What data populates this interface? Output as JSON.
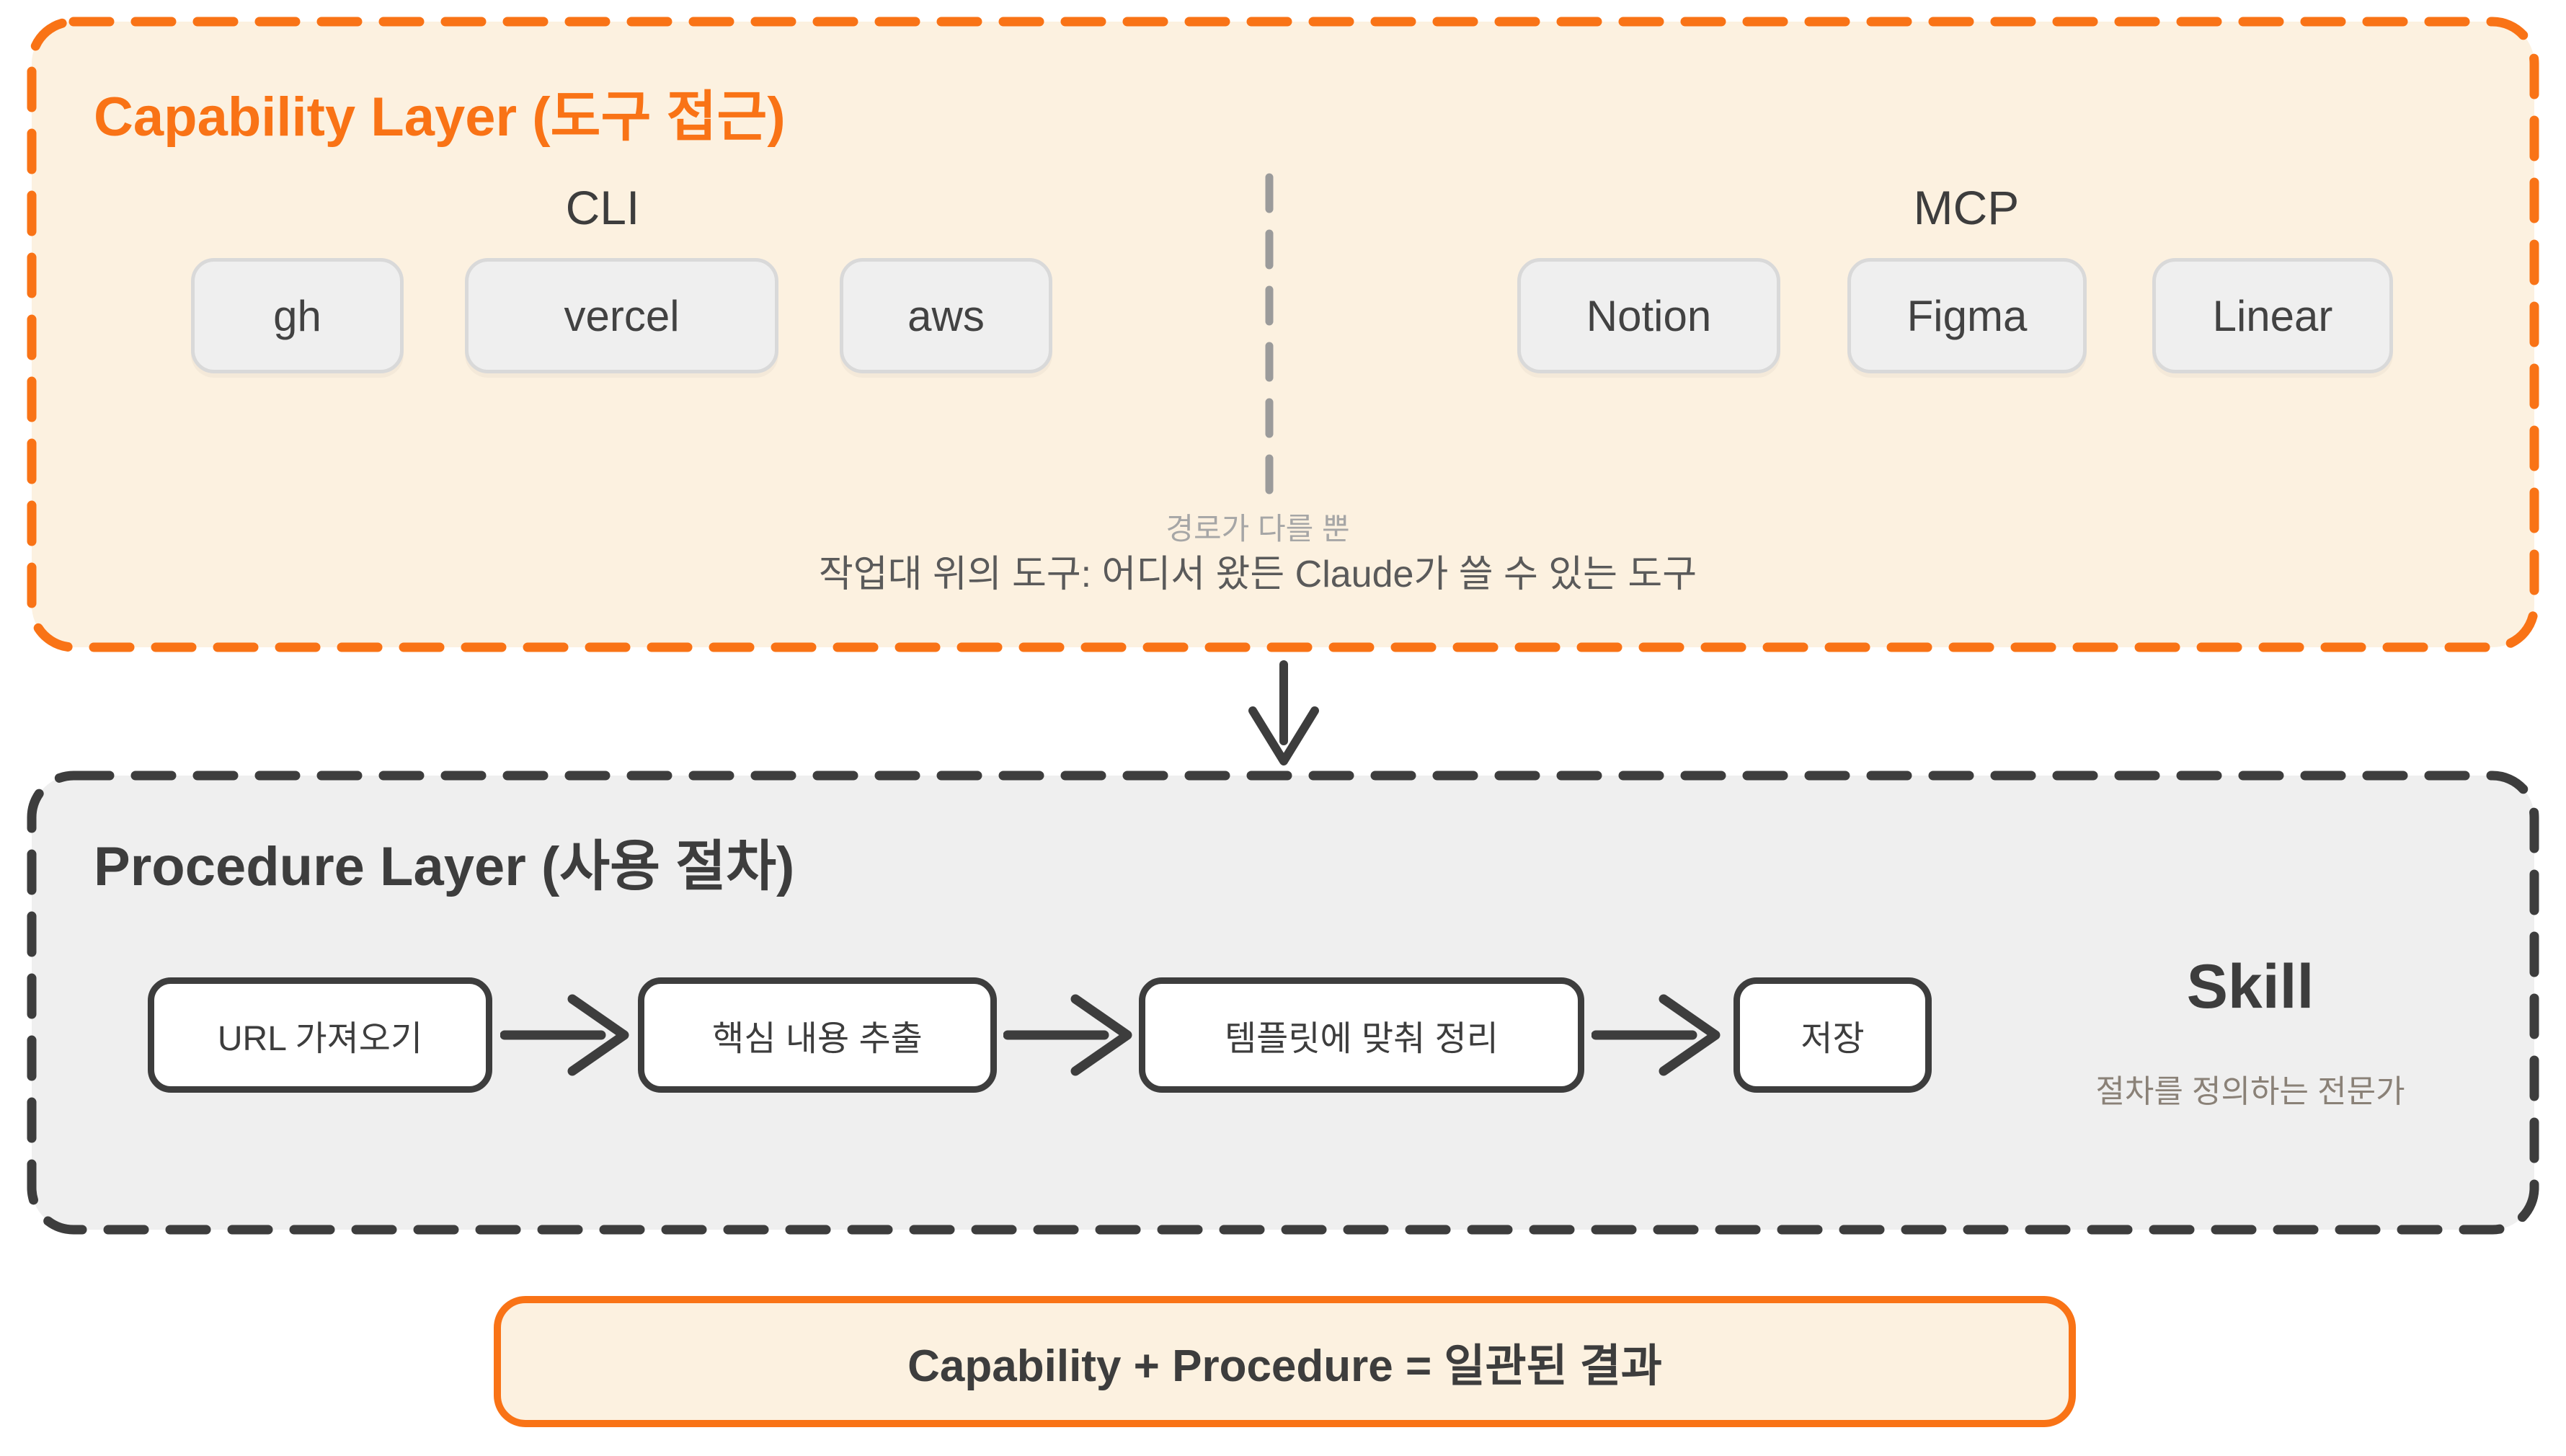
{
  "capability_layer": {
    "title": "Capability Layer (도구 접근)",
    "cli": {
      "heading": "CLI",
      "chips": [
        "gh",
        "vercel",
        "aws"
      ]
    },
    "mcp": {
      "heading": "MCP",
      "chips": [
        "Notion",
        "Figma",
        "Linear"
      ]
    },
    "caption_line1": "경로가 다를 뿐",
    "caption_line2": "작업대 위의 도구: 어디서 왔든 Claude가 쓸 수 있는 도구"
  },
  "procedure_layer": {
    "title": "Procedure Layer (사용 절차)",
    "steps": [
      "URL 가져오기",
      "핵심 내용 추출",
      "템플릿에 맞춰 정리",
      "저장"
    ],
    "skill_label": "Skill",
    "skill_caption": "절차를 정의하는 전문가"
  },
  "summary": {
    "text": "Capability + Procedure = 일관된 결과"
  },
  "colors": {
    "accent_orange": "#f97316",
    "cream_fill": "#fcf1e0",
    "capability_border": "#f97316",
    "procedure_fill": "#efefef",
    "procedure_border": "#3d3d3d",
    "chip_fill": "#efefef",
    "chip_border": "#d9d9d9",
    "dark_text": "#3d3d3d",
    "muted_caption": "#a6a6a6",
    "main_caption": "#5a5a5a",
    "skill_caption": "#8a8177",
    "divider_gray": "#9b9b9b"
  }
}
